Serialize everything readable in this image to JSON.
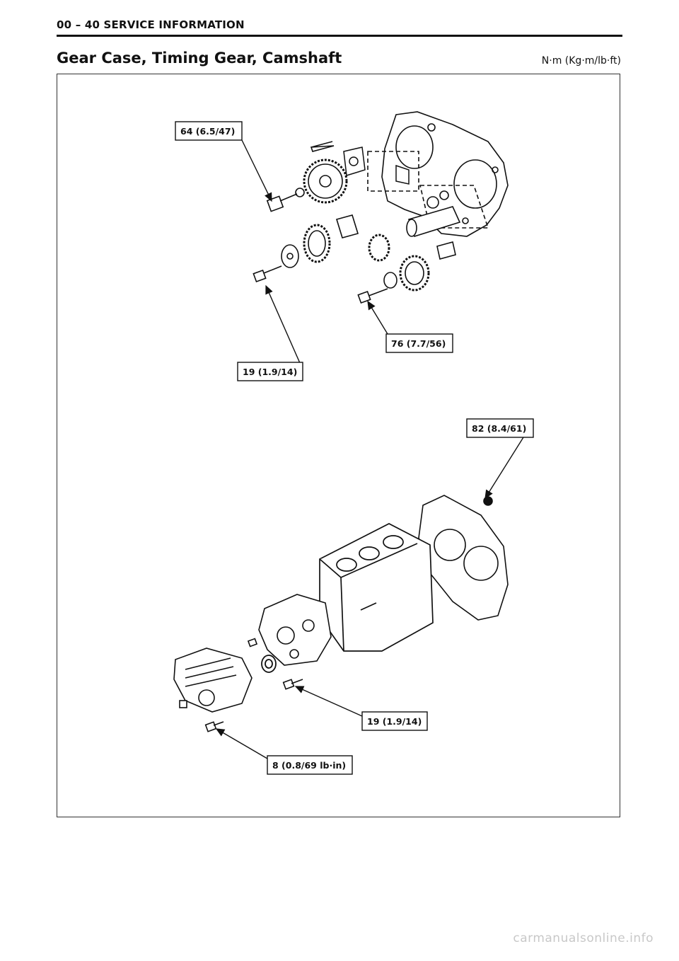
{
  "header": {
    "section": "00 – 40 SERVICE INFORMATION"
  },
  "page": {
    "title": "Gear Case, Timing Gear, Camshaft",
    "units": "N·m (Kg·m/lb·ft)"
  },
  "callouts": [
    {
      "id": "c1",
      "label": "64 (6.5/47)"
    },
    {
      "id": "c2",
      "label": "19 (1.9/14)"
    },
    {
      "id": "c3",
      "label": "76 (7.7/56)"
    },
    {
      "id": "c4",
      "label": "82 (8.4/61)"
    },
    {
      "id": "c5",
      "label": "19 (1.9/14)"
    },
    {
      "id": "c6",
      "label": "8 (0.8/69 lb·in)"
    }
  ],
  "watermark": "carmanualsonline.info"
}
